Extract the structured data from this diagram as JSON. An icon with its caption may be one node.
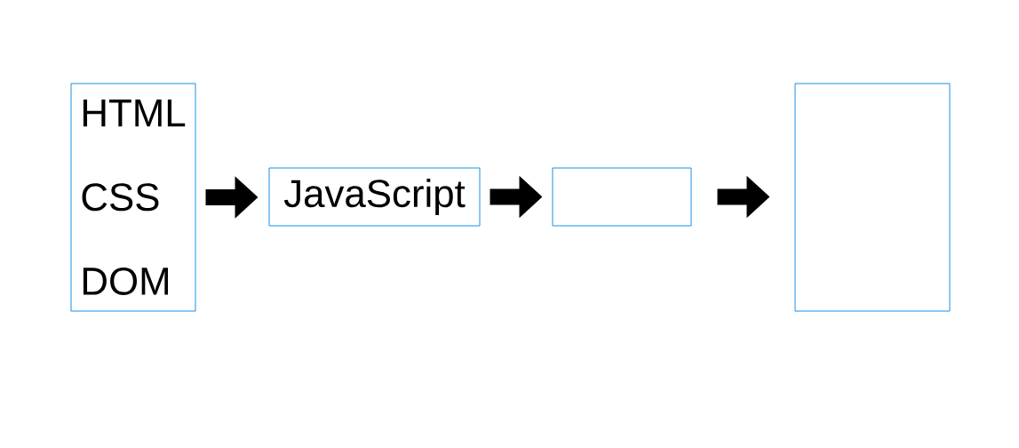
{
  "diagram": {
    "nodes": [
      {
        "text": [
          "HTML",
          "CSS",
          "DOM"
        ]
      },
      {
        "text": [
          "JavaScript"
        ]
      },
      {
        "text": [],
        "shape": "box"
      },
      {
        "text": [],
        "shape": "box"
      }
    ],
    "edges": [
      {
        "from": 0,
        "to": 1,
        "arrow": "to"
      },
      {
        "from": 1,
        "to": 2,
        "arrow": "to"
      },
      {
        "from": 2,
        "to": 3,
        "arrow": "to"
      }
    ]
  }
}
